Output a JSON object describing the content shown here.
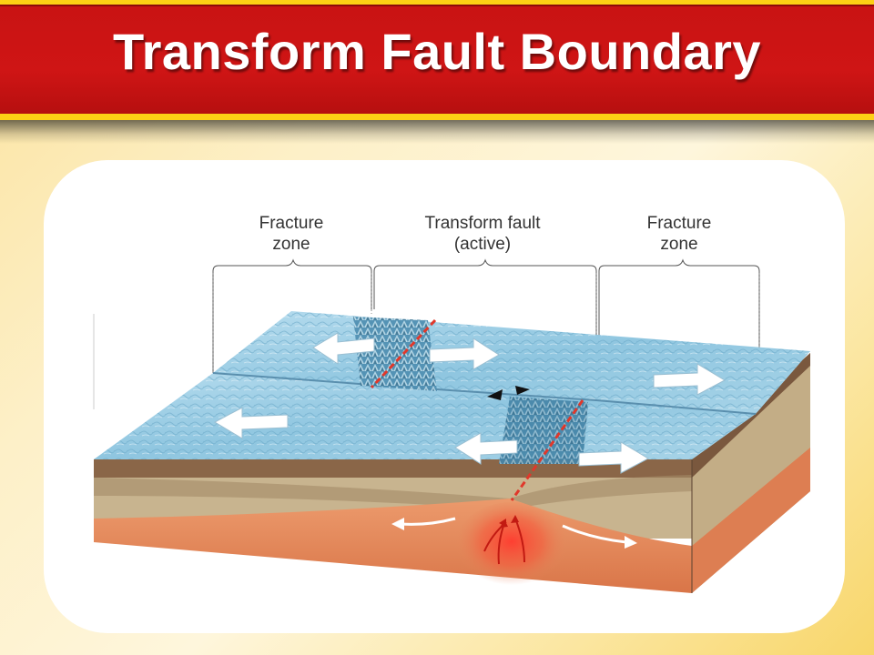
{
  "title": "Transform Fault Boundary",
  "labels": {
    "fracture_zone_left": [
      "Fracture",
      "zone"
    ],
    "transform_fault": [
      "Transform fault",
      "(active)"
    ],
    "fracture_zone_right": [
      "Fracture",
      "zone"
    ]
  },
  "colors": {
    "title_red": "#cf1515",
    "title_gold": "#fdd015",
    "ocean_floor": "#9fd0e6",
    "ridge_dark": "#2f6f92",
    "fault_line": "#e0382b",
    "crust_top": "#8c6b4a",
    "crust_mid": "#c8b494",
    "mantle": "#e58a5e",
    "magma": "#f0473a"
  }
}
